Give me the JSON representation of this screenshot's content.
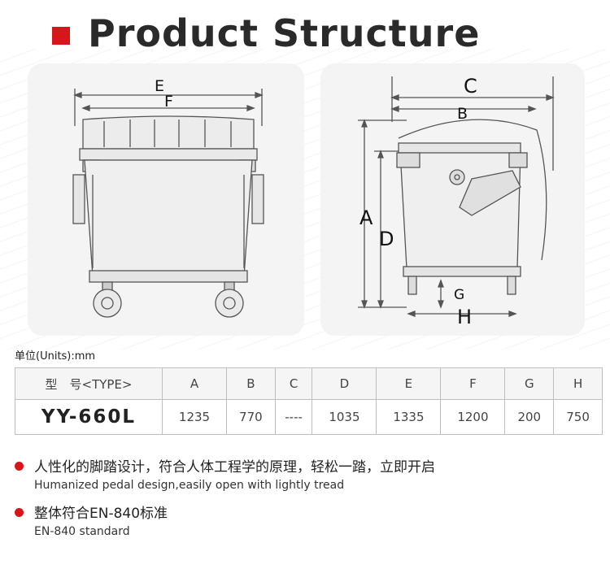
{
  "header": {
    "title": "Product Structure"
  },
  "drawing_labels": {
    "front": {
      "e": "E",
      "f": "F"
    },
    "side": {
      "c": "C",
      "b": "B",
      "a": "A",
      "d": "D",
      "g": "G",
      "h": "H"
    }
  },
  "units_label": "单位(Units):mm",
  "spec_table": {
    "headers": [
      "型　号<TYPE>",
      "A",
      "B",
      "C",
      "D",
      "E",
      "F",
      "G",
      "H"
    ],
    "row": [
      "YY-660L",
      "1235",
      "770",
      "----",
      "1035",
      "1335",
      "1200",
      "200",
      "750"
    ]
  },
  "features": [
    {
      "cn": "人性化的脚踏设计，符合人体工程学的原理，轻松一踏，立即开启",
      "en": "Humanized pedal design,easily open with lightly tread"
    },
    {
      "cn": "整体符合EN-840标准",
      "en": "EN-840 standard"
    }
  ],
  "colors": {
    "accent": "#d7161b",
    "panel": "#f4f4f4"
  }
}
